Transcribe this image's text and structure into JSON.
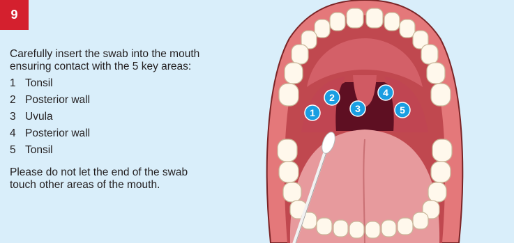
{
  "step": {
    "number": "9",
    "color": "#d4202e"
  },
  "instructions": {
    "intro": "Carefully insert the swab into the mouth ensuring contact with the 5 key areas:",
    "areas": [
      {
        "number": "1",
        "label": "Tonsil"
      },
      {
        "number": "2",
        "label": "Posterior wall"
      },
      {
        "number": "3",
        "label": "Uvula"
      },
      {
        "number": "4",
        "label": "Posterior wall"
      },
      {
        "number": "5",
        "label": "Tonsil"
      }
    ],
    "warning": "Please do not let the end of the swab touch other areas of the mouth."
  },
  "illustration": {
    "markers": [
      "1",
      "2",
      "3",
      "4",
      "5"
    ],
    "marker_color": "#1a9ee2",
    "background_color": "#d9eefa"
  }
}
